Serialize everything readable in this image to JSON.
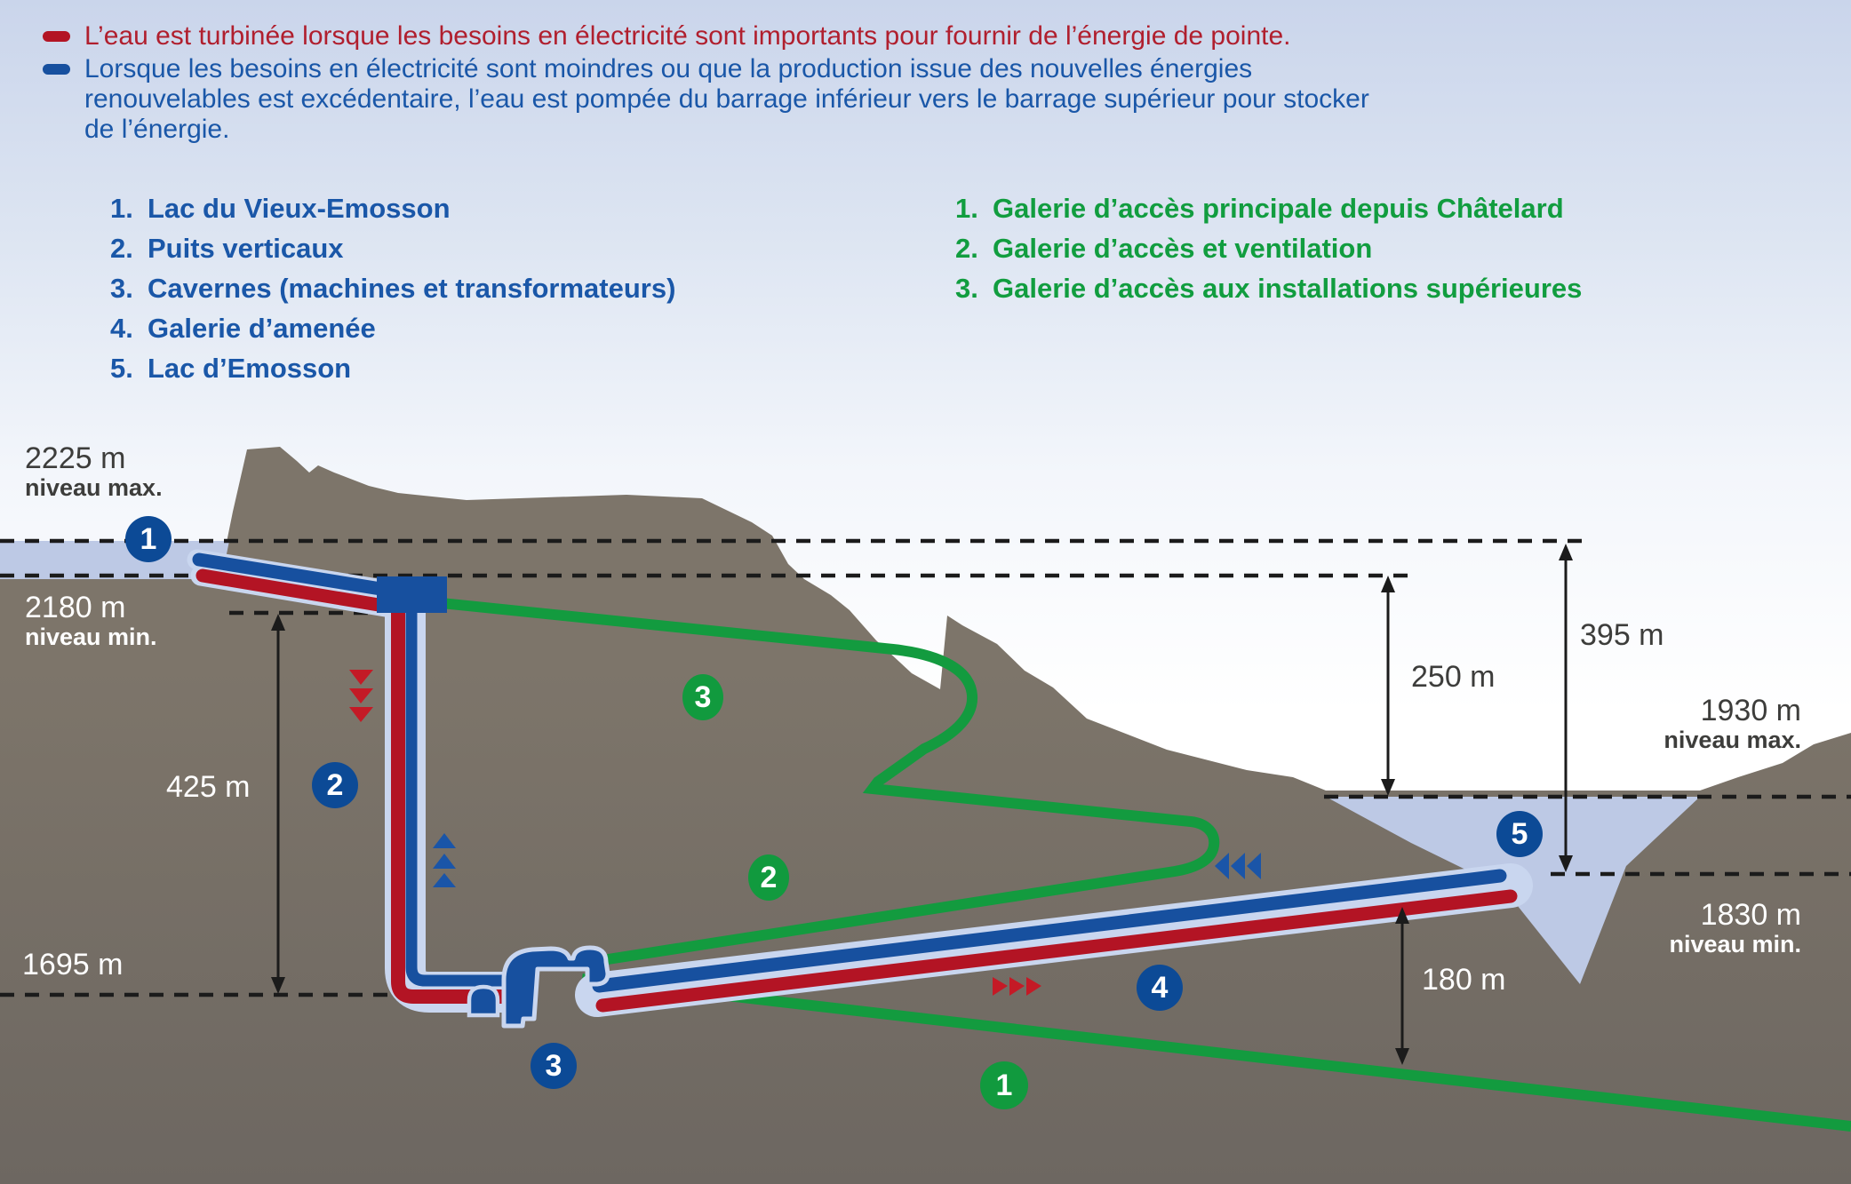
{
  "legend": {
    "items": [
      {
        "id": "turbine",
        "text": "L’eau est turbinée lorsque les besoins en électricité sont importants pour fournir de l’énergie de pointe."
      },
      {
        "id": "pump",
        "text": "Lorsque les besoins en électricité sont moindres ou que la production issue des nouvelles énergies renouvelables est excédentaire, l’eau est pompée du barrage inférieur vers le barrage supérieur pour stocker de l’énergie."
      }
    ]
  },
  "lists": {
    "blue": {
      "items": [
        {
          "num": "1.",
          "label": "Lac du Vieux-Emosson"
        },
        {
          "num": "2.",
          "label": "Puits verticaux"
        },
        {
          "num": "3.",
          "label": "Cavernes (machines et transformateurs)"
        },
        {
          "num": "4.",
          "label": "Galerie d’amenée"
        },
        {
          "num": "5.",
          "label": "Lac d’Emosson"
        }
      ]
    },
    "green": {
      "items": [
        {
          "num": "1.",
          "label": "Galerie d’accès principale depuis Châtelard"
        },
        {
          "num": "2.",
          "label": "Galerie d’accès et ventilation"
        },
        {
          "num": "3.",
          "label": "Galerie d’accès aux installations supérieures"
        }
      ]
    }
  },
  "labels": {
    "upper_max": {
      "value": "2225 m",
      "caption": "niveau max."
    },
    "upper_min": {
      "value": "2180 m",
      "caption": "niveau min."
    },
    "shaft_height": "425 m",
    "cavern_level": "1695 m",
    "drop_min": "250 m",
    "drop_max": "395 m",
    "lower_max": {
      "value": "1930 m",
      "caption": "niveau max."
    },
    "lower_min": {
      "value": "1830 m",
      "caption": "niveau min."
    },
    "tunnel_depth": "180 m"
  },
  "markers": {
    "blue": [
      "1",
      "2",
      "3",
      "4",
      "5"
    ],
    "green": [
      "1",
      "2",
      "3"
    ]
  },
  "colors": {
    "turbine_red": "#b31424",
    "turbine_text": "#b01f2e",
    "arrow_red": "#c41a26",
    "pump_blue": "#17509f",
    "pump_text": "#1a57a8",
    "arrow_blue": "#1a55a8",
    "circle_blue": "#0c4a96",
    "gallery_green": "#139b3f",
    "gallery_text": "#119d3f",
    "circle_green": "#119a3e",
    "water": "#bdc9e5",
    "casing": "#c9d6ef",
    "rock": "#7a7268"
  }
}
